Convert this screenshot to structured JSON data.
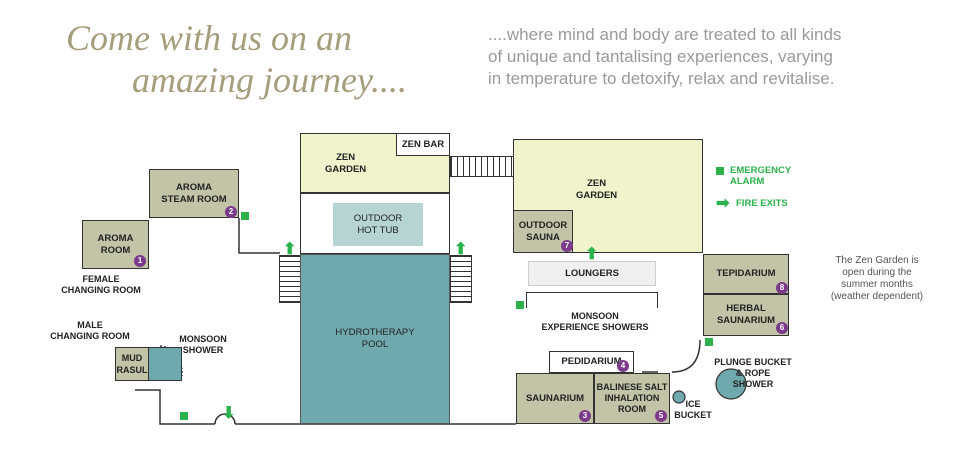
{
  "headline": {
    "line1": "Come with us on an",
    "line2": "amazing journey...."
  },
  "intro": [
    "....where mind and body are treated to all kinds",
    "of unique and tantalising experiences, varying",
    "in temperature to detoxify, relax and revitalise."
  ],
  "rooms": {
    "aroma_steam_room": "AROMA\nSTEAM ROOM",
    "aroma_room": "AROMA\nROOM",
    "zen_garden_left": "ZEN\nGARDEN",
    "zen_bar": "ZEN BAR",
    "outdoor_hot_tub": "OUTDOOR\nHOT TUB",
    "hydrotherapy_pool": "HYDROTHERAPY\nPOOL",
    "zen_garden_right": "ZEN\nGARDEN",
    "outdoor_sauna": "OUTDOOR\nSAUNA",
    "loungers": "LOUNGERS",
    "tepidarium": "TEPIDARIUM",
    "herbal_saunarium": "HERBAL\nSAUNARIUM",
    "mud_rasul": "MUD\nRASUL",
    "pedidarium": "PEDIDARIUM",
    "saunarium": "SAUNARIUM",
    "balinese_salt": "BALINESE SALT\nINHALATION\nROOM"
  },
  "labels": {
    "female_changing": "FEMALE\nCHANGING ROOM",
    "male_changing": "MALE\nCHANGING ROOM",
    "monsoon_shower": "MONSOON\nSHOWER",
    "monsoon_experience": "MONSOON\nEXPERIENCE SHOWERS",
    "plunge_bucket": "PLUNGE BUCKET\n& ROPE\nSHOWER",
    "ice_bucket": "ICE\nBUCKET"
  },
  "badges": {
    "b1": "1",
    "b2": "2",
    "b3": "3",
    "b4": "4",
    "b5": "5",
    "b6": "6",
    "b7": "7",
    "b8": "8"
  },
  "legend": {
    "emergency_alarm": "EMERGENCY\nALARM",
    "fire_exits": "FIRE EXITS"
  },
  "note": [
    "The Zen Garden is",
    "open during the",
    "summer months",
    "(weather dependent)"
  ],
  "colors": {
    "room_khaki": "#c2c3a7",
    "garden_cream": "#f1f3cd",
    "pool_teal": "#6fa9ae",
    "hot_tub": "#b7d4d5",
    "marker_green": "#2bb24c",
    "badge_purple": "#7c3a8d",
    "headline": "#a59d7c"
  }
}
